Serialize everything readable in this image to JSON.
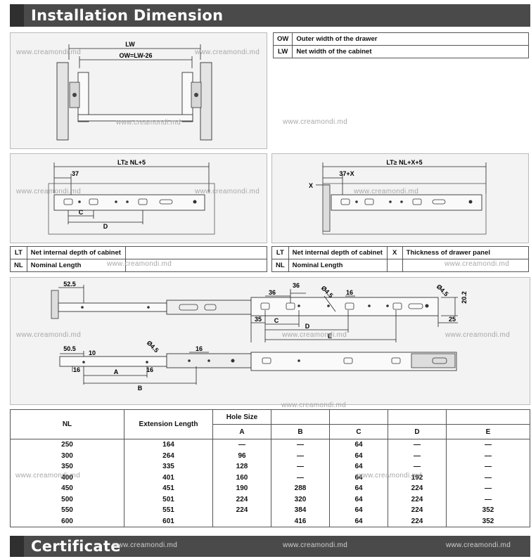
{
  "headings": {
    "install": "Installation Dimension",
    "certificate": "Certificate"
  },
  "watermark": "www.creamondi.md",
  "drawer_legend": [
    {
      "code": "OW",
      "desc": "Outer width of the drawer"
    },
    {
      "code": "LW",
      "desc": "Net width of the cabinet"
    }
  ],
  "front_view": {
    "lw": "LW",
    "ow": "OW=LW-26"
  },
  "left_view": {
    "lt": "LT≥ NL+5",
    "offset": "37",
    "c": "C",
    "d": "D"
  },
  "right_view": {
    "lt": "LT≥ NL+X+5",
    "offset": "37+X",
    "x": "X"
  },
  "legend_left": [
    {
      "code": "LT",
      "desc": "Net internal depth of cabinet"
    },
    {
      "code": "NL",
      "desc": "Nominal Length"
    }
  ],
  "legend_right": [
    {
      "code": "LT",
      "desc": "Net internal depth of cabinet",
      "code2": "X",
      "desc2": "Thickness of drawer panel"
    },
    {
      "code": "NL",
      "desc": "Nominal Length"
    }
  ],
  "slide_top": {
    "d1": "52.5",
    "d2": "36",
    "d3": "36",
    "d4": "Ø4.5",
    "d5": "16",
    "d6": "Ø4.5",
    "d7": "20.2",
    "d8": "35",
    "d9": "25",
    "c": "C",
    "d": "D",
    "e": "E"
  },
  "slide_bottom": {
    "d1": "50.5",
    "d2": "10",
    "d3": "Ø4.5",
    "d4": "16",
    "d5": "16",
    "d6": "16",
    "a": "A",
    "b": "B"
  },
  "table": {
    "headers": {
      "nl": "NL",
      "ext": "Extension Length",
      "hole": "Hole Size",
      "a": "A",
      "b": "B",
      "c": "C",
      "d": "D",
      "e": "E"
    },
    "rows": [
      [
        "250",
        "164",
        "—",
        "—",
        "64",
        "—",
        "—"
      ],
      [
        "300",
        "264",
        "96",
        "—",
        "64",
        "—",
        "—"
      ],
      [
        "350",
        "335",
        "128",
        "—",
        "64",
        "—",
        "—"
      ],
      [
        "400",
        "401",
        "160",
        "—",
        "64",
        "192",
        "—"
      ],
      [
        "450",
        "451",
        "190",
        "288",
        "64",
        "224",
        "—"
      ],
      [
        "500",
        "501",
        "224",
        "320",
        "64",
        "224",
        "—"
      ],
      [
        "550",
        "551",
        "224",
        "384",
        "64",
        "224",
        "352"
      ],
      [
        "600",
        "601",
        "",
        "416",
        "64",
        "224",
        "352"
      ]
    ]
  }
}
